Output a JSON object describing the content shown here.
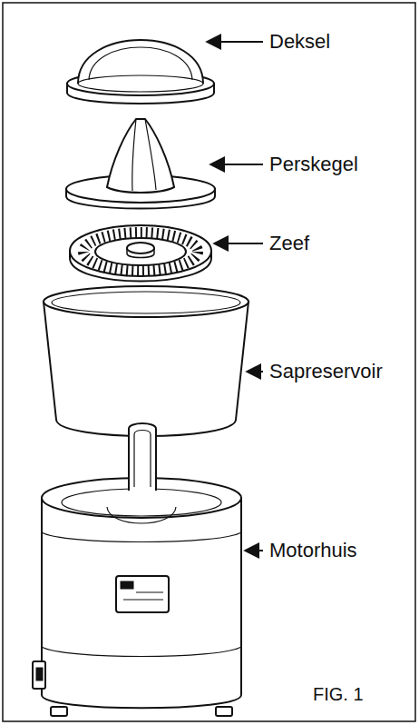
{
  "diagram": {
    "caption": "FIG. 1",
    "labels": [
      "Deksel",
      "Perskegel",
      "Zeef",
      "Sapreservoir",
      "Motorhuis"
    ]
  }
}
